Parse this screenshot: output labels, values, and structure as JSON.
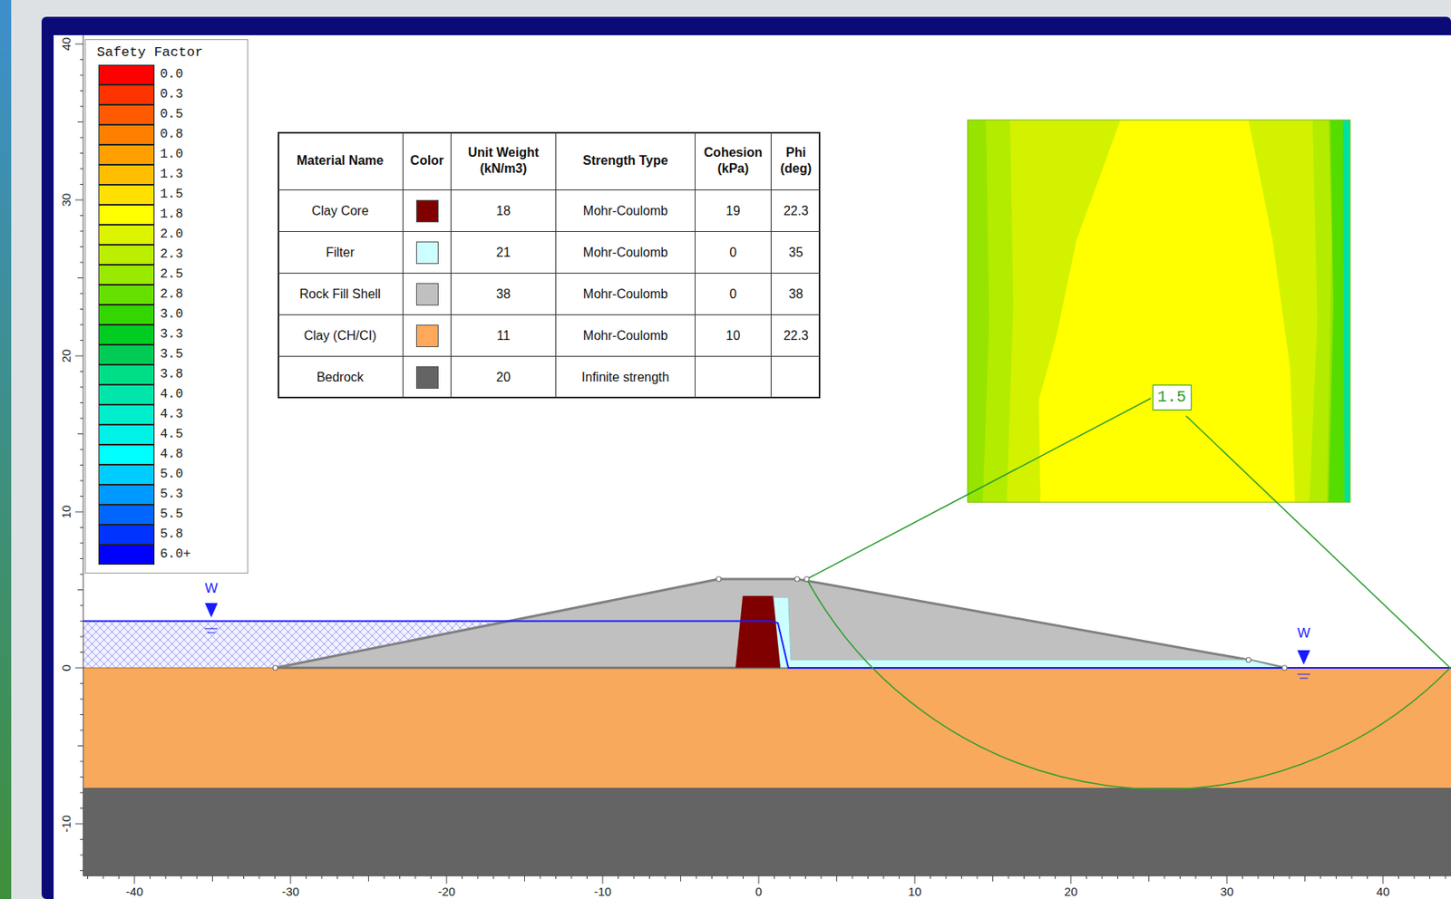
{
  "diagram": {
    "nodes": [
      {
        "text": [
          "1.5"
        ]
      }
    ],
    "labels": [
      "Safety Factor",
      "Material Name",
      "Color",
      "Unit Weight (kN/m3)",
      "Strength Type",
      "Cohesion (kPa)",
      "Phi (deg)",
      "Clay Core",
      "18",
      "Mohr-Coulomb",
      "19",
      "22.3",
      "Filter",
      "21",
      "Mohr-Coulomb",
      "0",
      "35",
      "Rock Fill Shell",
      "38",
      "Mohr-Coulomb",
      "0",
      "38",
      "Clay (CH/CI)",
      "11",
      "Mohr-Coulomb",
      "10",
      "22.3",
      "Bedrock",
      "20",
      "Infinite strength",
      "W",
      "W",
      "40",
      "30",
      "20",
      "10",
      "0",
      "-10",
      "-40",
      "-30",
      "-20",
      "-10",
      "0",
      "10",
      "20",
      "30",
      "40"
    ],
    "legend": [
      {
        "text": "0.0",
        "color": "#ff0000"
      },
      {
        "text": "0.3",
        "color": "#ff3300"
      },
      {
        "text": "0.5",
        "color": "#ff5a00"
      },
      {
        "text": "0.8",
        "color": "#ff7f00"
      },
      {
        "text": "1.0",
        "color": "#ffa000"
      },
      {
        "text": "1.3",
        "color": "#ffbf00"
      },
      {
        "text": "1.5",
        "color": "#ffe000"
      },
      {
        "text": "1.8",
        "color": "#ffff00"
      },
      {
        "text": "2.0",
        "color": "#ddf400"
      },
      {
        "text": "2.3",
        "color": "#bbee00"
      },
      {
        "text": "2.5",
        "color": "#99ea00"
      },
      {
        "text": "2.8",
        "color": "#66e000"
      },
      {
        "text": "3.0",
        "color": "#33d600"
      },
      {
        "text": "3.3",
        "color": "#00cc22"
      },
      {
        "text": "3.5",
        "color": "#00cc55"
      },
      {
        "text": "3.8",
        "color": "#00dd88"
      },
      {
        "text": "4.0",
        "color": "#00e6aa"
      },
      {
        "text": "4.3",
        "color": "#00eecc"
      },
      {
        "text": "4.5",
        "color": "#00f2e6"
      },
      {
        "text": "4.8",
        "color": "#00ffff"
      },
      {
        "text": "5.0",
        "color": "#00ccff"
      },
      {
        "text": "5.3",
        "color": "#0099ff"
      },
      {
        "text": "5.5",
        "color": "#0066ff"
      },
      {
        "text": "5.8",
        "color": "#0033ff"
      },
      {
        "text": "6.0+",
        "color": "#0000ff"
      }
    ]
  }
}
